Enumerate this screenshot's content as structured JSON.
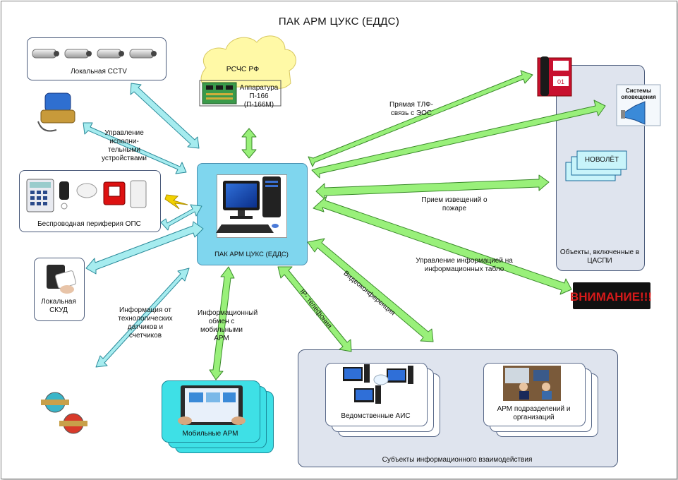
{
  "title": "ПАК АРМ ЦУКС (ЕДДС)",
  "nodes": {
    "cctv": "Локальная CCTV",
    "rschs": "РСЧС РФ",
    "apparatus": "Аппаратура П-166 (П-166М)",
    "actuators": "Управление исполни-тельными устройствами",
    "wireless": "Беспроводная периферия ОПС",
    "center": "ПАК АРМ ЦУКС (ЕДДС)",
    "skud_line1": "Локальная",
    "skud_line2": "СКУД",
    "sensors_info": "Информация от технологических датчиков и счетчиков",
    "mobile_exchange": "Информационный обмен с мобильными АРМ",
    "mobile": "Мобильные АРМ",
    "tlf": "Прямая ТЛФ-связь с ЭОС",
    "alarm": "Прием извещений о пожаре",
    "boards": "Управление информацией на информационных табло",
    "ip": "IP- телефония",
    "video": "Видеоконференция",
    "novolet": "НОВОЛЁТ",
    "tsaspi": "Объекты, включенные в ЦАСПИ",
    "ais": "Ведомственные АИС",
    "orgs": "АРМ подразделений и организаций",
    "subjects": "Субъекты информационного взаимодействия",
    "sirena": "Системы оповещения",
    "phone_num": "01",
    "led": "ВНИМАНИЕ!!!"
  },
  "colors": {
    "arrow_green": "#99f07a",
    "arrow_cyan": "#a6ecef",
    "center_fill": "#7fd6ee",
    "panel_grey": "#dfe4ee",
    "led_red": "#c8102e"
  }
}
